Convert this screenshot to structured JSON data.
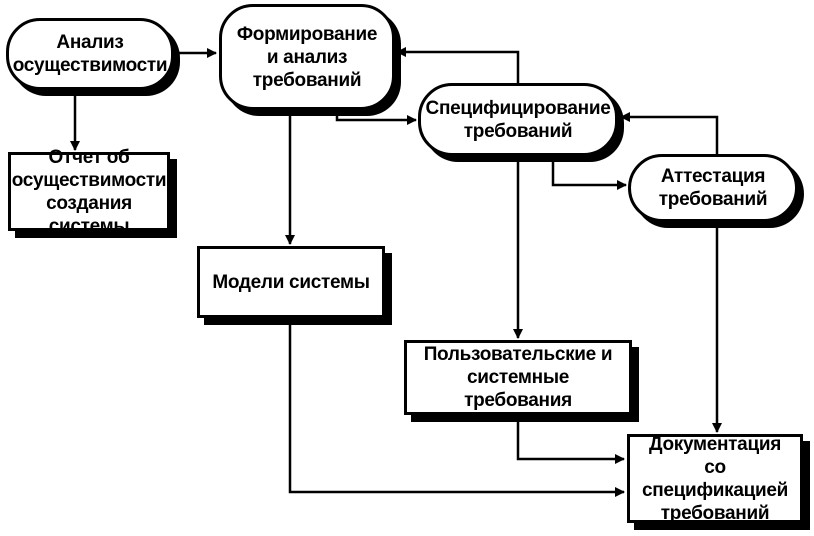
{
  "processes": {
    "feasibility": "Анализ\nосуществимости",
    "elicitation": "Формирование\nи анализ\nтребований",
    "specification": "Специфицирование\nтребований",
    "validation": "Аттестация\nтребований"
  },
  "documents": {
    "feasibility_report": "Отчет об\nосуществимости\nсоздания системы",
    "system_models": "Модели системы",
    "user_system_requirements": "Пользовательские и\nсистемные требования",
    "requirements_document": "Документация\nсо спецификацией\nтребований"
  }
}
